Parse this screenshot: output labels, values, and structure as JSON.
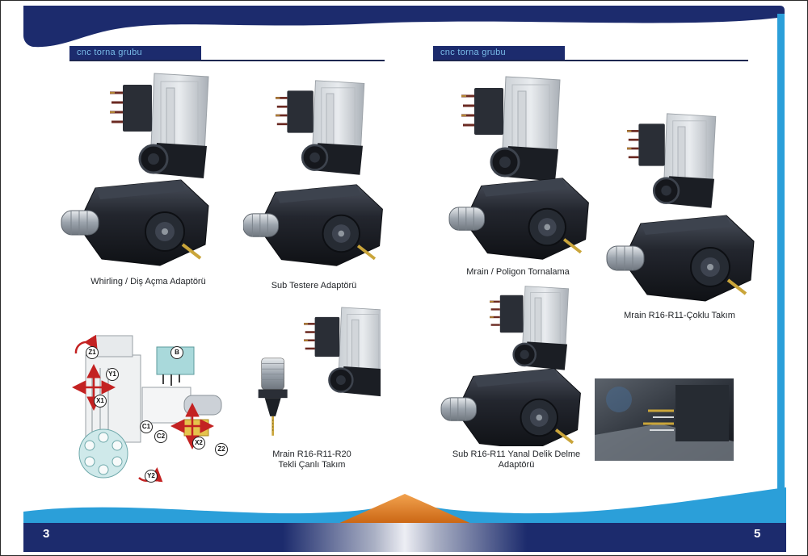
{
  "pages": {
    "left": {
      "header": "cnc torna grubu",
      "page_number": "3",
      "figures": [
        {
          "caption": "Whirling / Diş Açma Adaptörü"
        },
        {
          "caption": "Sub Testere Adaptörü"
        },
        {
          "caption_line1": "Mrain R16-R11-R20",
          "caption_line2": "Tekli Çanlı Takım"
        }
      ]
    },
    "right": {
      "header": "cnc torna grubu",
      "page_number": "5",
      "figures": [
        {
          "caption": "Mrain / Poligon Tornalama"
        },
        {
          "caption": "Mrain R16-R11-Çoklu Takım"
        },
        {
          "caption_line1": "Sub R16-R11 Yanal Delik Delme",
          "caption_line2": "Adaptörü"
        }
      ]
    }
  },
  "diagram": {
    "labels": [
      "Z1",
      "Y1",
      "X1",
      "B",
      "C1",
      "C2",
      "X2",
      "Z2",
      "Y2"
    ]
  },
  "colors": {
    "navy": "#1c2b6d",
    "light_blue": "#2b9fd9",
    "orange": "#df7a1f"
  }
}
